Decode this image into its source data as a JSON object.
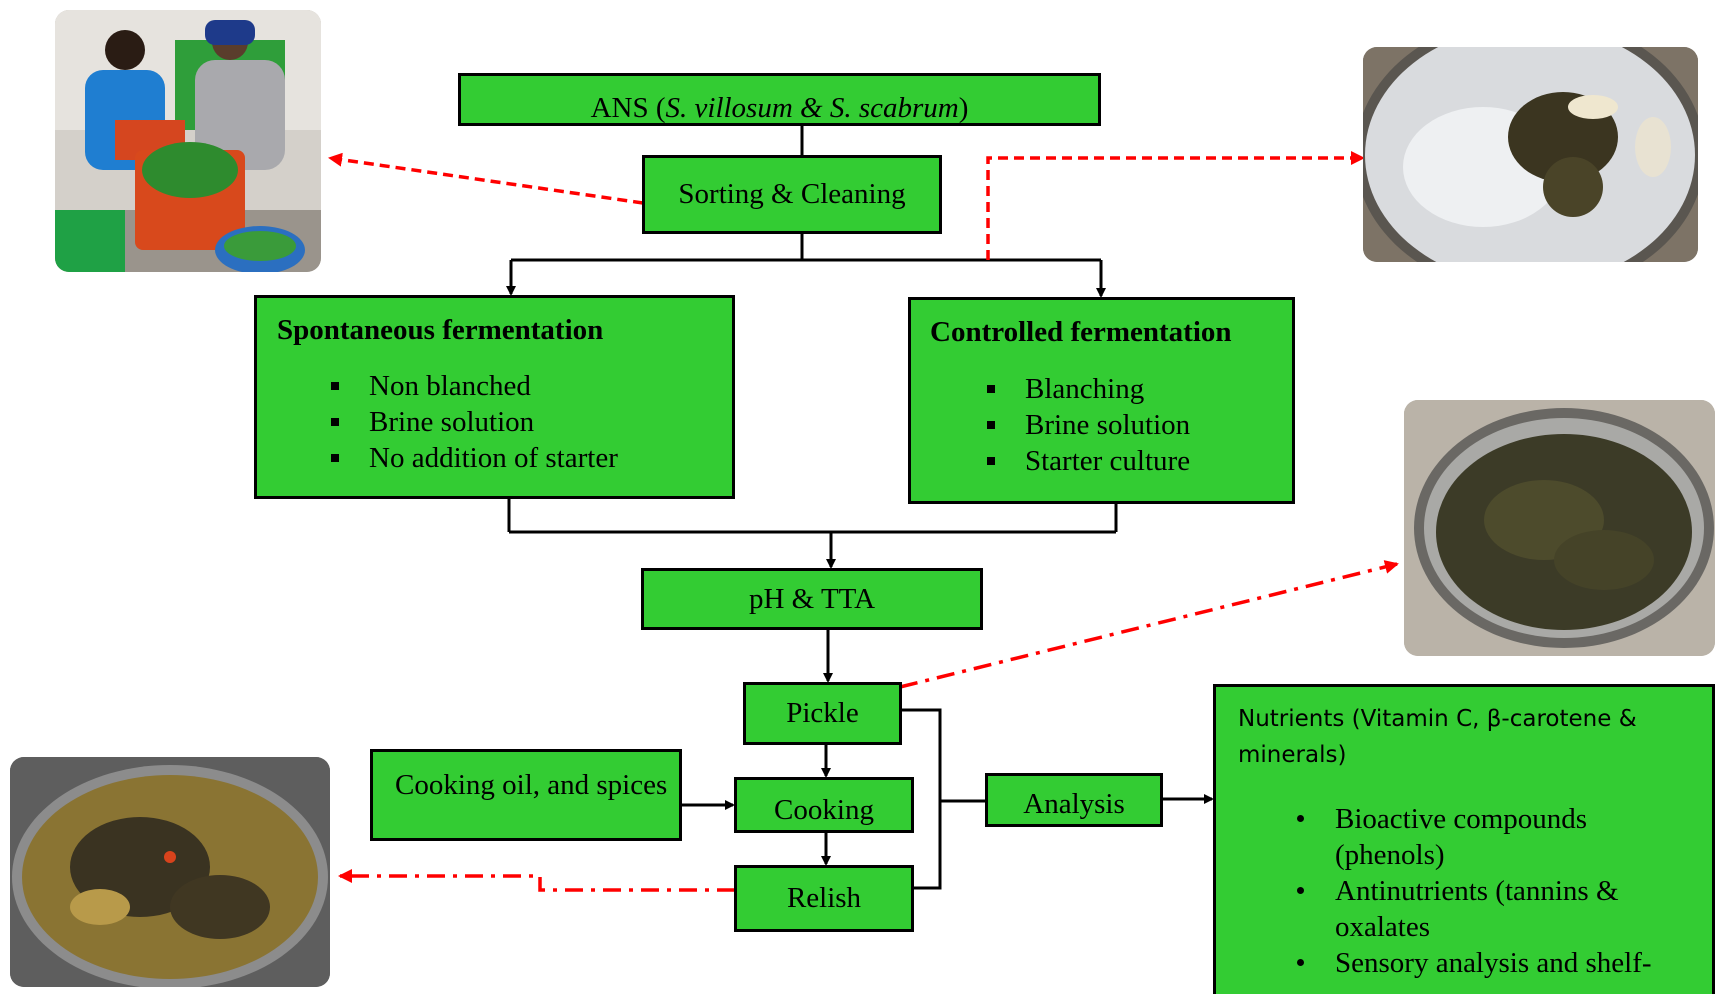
{
  "colors": {
    "box_green": "#33cc33",
    "connector": "#000000",
    "dashed_arrow": "#ff0000"
  },
  "nodes": {
    "ans": {
      "prefix": "ANS (",
      "species": "S. villosum & S. scabrum",
      "suffix": ")"
    },
    "sorting": "Sorting & Cleaning",
    "spontaneous": {
      "title": "Spontaneous fermentation",
      "items": [
        "Non blanched",
        "Brine solution",
        "No addition of starter"
      ]
    },
    "controlled": {
      "title": "Controlled fermentation",
      "items": [
        "Blanching",
        "Brine solution",
        "Starter culture"
      ]
    },
    "ph_tta": "pH & TTA",
    "pickle": "Pickle",
    "cooking_oil": "Cooking oil, and spices",
    "cooking": "Cooking",
    "relish": "Relish",
    "analysis": "Analysis",
    "nutrients": {
      "title": "Nutrients (Vitamin C, β-carotene & minerals)",
      "items": [
        "Bioactive compounds (phenols)",
        "Antinutrients (tannins & oxalates",
        "Sensory analysis and shelf-"
      ]
    }
  },
  "photos": {
    "top_left": "people-sorting-vegetables-photo",
    "top_right": "brine-bowl-photo",
    "middle_right": "fermented-vegetables-bowl-photo",
    "bottom_left": "cooked-relish-pot-photo"
  }
}
